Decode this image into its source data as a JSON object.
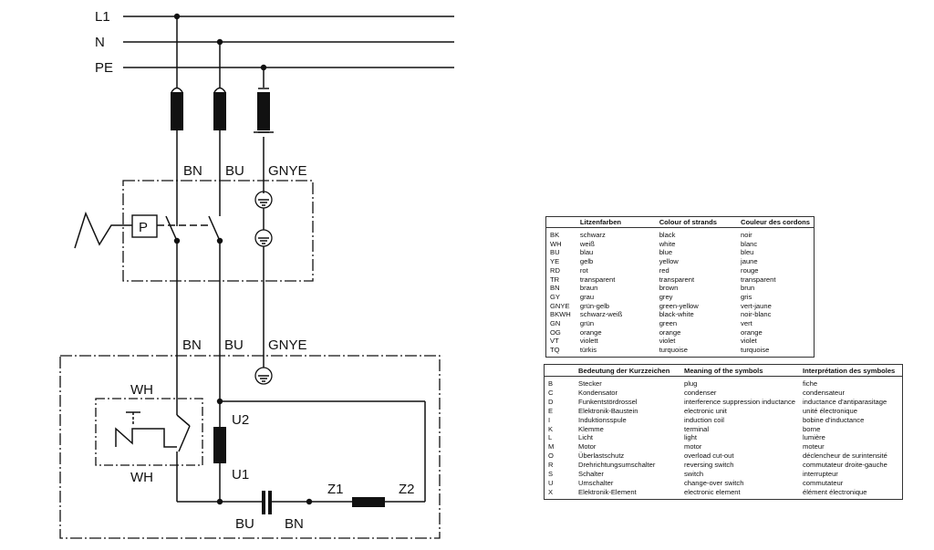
{
  "diagram": {
    "lines": {
      "l1": "L1",
      "n": "N",
      "pe": "PE"
    },
    "upper_strands": {
      "bn": "BN",
      "bu": "BU",
      "gnye": "GNYE"
    },
    "pressure_switch": "P",
    "lower_strands": {
      "bn": "BN",
      "bu": "BU",
      "gnye": "GNYE"
    },
    "electronic_unit": {
      "wh_top": "WH",
      "wh_bottom": "WH"
    },
    "motor": {
      "u2": "U2",
      "u1": "U1"
    },
    "bottom": {
      "bu": "BU",
      "bn": "BN",
      "z1": "Z1",
      "z2": "Z2"
    }
  },
  "colour_table": {
    "headers": [
      "",
      "Litzenfarben",
      "Colour of strands",
      "Couleur des cordons"
    ],
    "rows": [
      [
        "BK",
        "schwarz",
        "black",
        "noir"
      ],
      [
        "WH",
        "weiß",
        "white",
        "blanc"
      ],
      [
        "BU",
        "blau",
        "blue",
        "bleu"
      ],
      [
        "YE",
        "gelb",
        "yellow",
        "jaune"
      ],
      [
        "RD",
        "rot",
        "red",
        "rouge"
      ],
      [
        "TR",
        "transparent",
        "transparent",
        "transparent"
      ],
      [
        "BN",
        "braun",
        "brown",
        "brun"
      ],
      [
        "GY",
        "grau",
        "grey",
        "gris"
      ],
      [
        "GNYE",
        "grün-gelb",
        "green-yellow",
        "vert-jaune"
      ],
      [
        "BKWH",
        "schwarz-weiß",
        "black-white",
        "noir-blanc"
      ],
      [
        "GN",
        "grün",
        "green",
        "vert"
      ],
      [
        "OG",
        "orange",
        "orange",
        "orange"
      ],
      [
        "VT",
        "violett",
        "violet",
        "violet"
      ],
      [
        "TQ",
        "türkis",
        "turquoise",
        "turquoise"
      ]
    ]
  },
  "symbol_table": {
    "headers": [
      "",
      "Bedeutung der Kurzzeichen",
      "Meaning of the symbols",
      "Interprétation des symboles"
    ],
    "rows": [
      [
        "B",
        "Stecker",
        "plug",
        "fiche"
      ],
      [
        "C",
        "Kondensator",
        "condenser",
        "condensateur"
      ],
      [
        "D",
        "Funkentstördrossel",
        "interference suppression inductance",
        "inductance d'antiparasitage"
      ],
      [
        "E",
        "Elektronik-Baustein",
        "electronic unit",
        "unité électronique"
      ],
      [
        "I",
        "Induktionsspule",
        "induction coil",
        "bobine d'inductance"
      ],
      [
        "K",
        "Klemme",
        "terminal",
        "borne"
      ],
      [
        "L",
        "Licht",
        "light",
        "lumière"
      ],
      [
        "M",
        "Motor",
        "motor",
        "moteur"
      ],
      [
        "O",
        "Überlastschutz",
        "overload cut-out",
        "déclencheur de surintensité"
      ],
      [
        "R",
        "Drehrichtungsumschalter",
        "reversing switch",
        "commutateur droite-gauche"
      ],
      [
        "S",
        "Schalter",
        "switch",
        "interrupteur"
      ],
      [
        "U",
        "Umschalter",
        "change-over switch",
        "commutateur"
      ],
      [
        "X",
        "Elektronik-Element",
        "electronic element",
        "élément électronique"
      ]
    ]
  }
}
